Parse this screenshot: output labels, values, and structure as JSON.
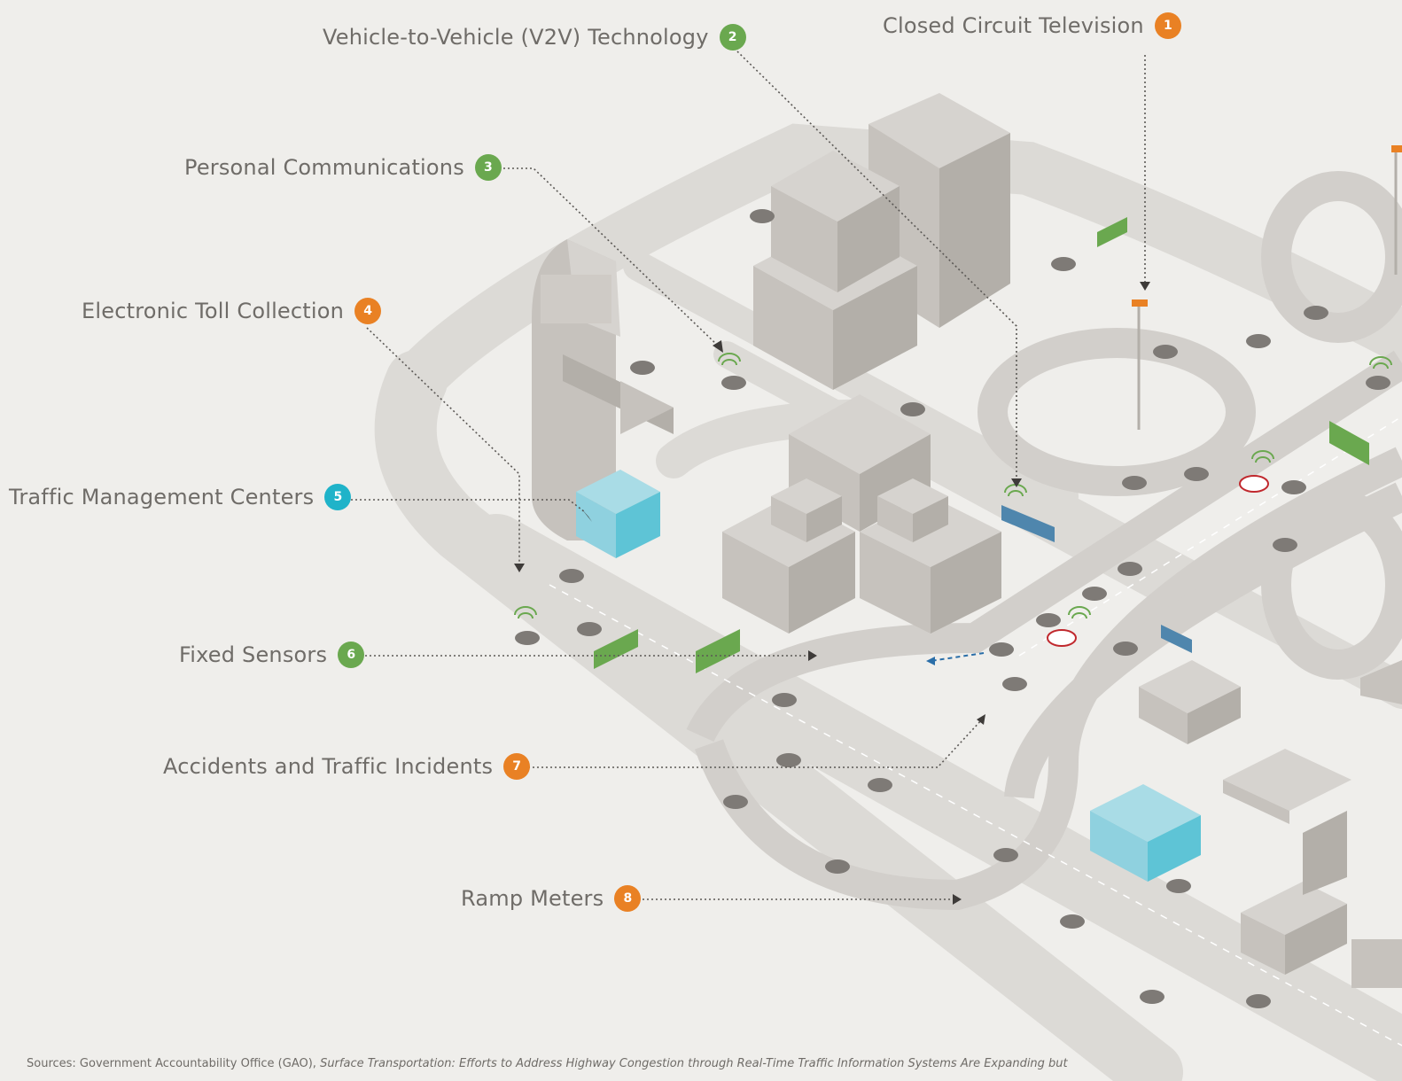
{
  "colors": {
    "background": "#efeeeb",
    "road": "#dcdad6",
    "building_top": "#d6d3cf",
    "building_left": "#c6c2bd",
    "building_right": "#b3afa9",
    "traffic_center": "#5ec4d6",
    "orange": "#e98124",
    "green": "#6aa84f",
    "teal": "#1fb3c9",
    "leader_line": "#5b5855"
  },
  "callouts": [
    {
      "num": "1",
      "text": "Closed Circuit Television",
      "color": "#e98124"
    },
    {
      "num": "2",
      "text": "Vehicle-to-Vehicle (V2V) Technology",
      "color": "#6aa84f"
    },
    {
      "num": "3",
      "text": "Personal Communications",
      "color": "#6aa84f"
    },
    {
      "num": "4",
      "text": "Electronic Toll Collection",
      "color": "#e98124"
    },
    {
      "num": "5",
      "text": "Traffic Management Centers",
      "color": "#1fb3c9"
    },
    {
      "num": "6",
      "text": "Fixed Sensors",
      "color": "#6aa84f"
    },
    {
      "num": "7",
      "text": "Accidents and Traffic Incidents",
      "color": "#e98124"
    },
    {
      "num": "8",
      "text": "Ramp Meters",
      "color": "#e98124"
    }
  ],
  "source": {
    "prefix": "Sources: Government Accountability Office (GAO), ",
    "title": "Surface Transportation: Efforts to Address Highway Congestion through Real-Time Traffic Information Systems Are Expanding but"
  }
}
